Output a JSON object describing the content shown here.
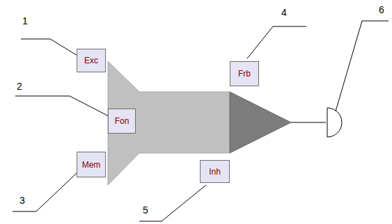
{
  "diagram": {
    "nodes": [
      {
        "text": [
          "Exc"
        ]
      },
      {
        "text": [
          "Fon"
        ]
      },
      {
        "text": [
          "Mem"
        ]
      },
      {
        "text": [
          "Frb"
        ]
      },
      {
        "text": [
          "Inh"
        ]
      }
    ],
    "labels": [
      "1",
      "2",
      "3",
      "4",
      "5",
      "6"
    ]
  }
}
